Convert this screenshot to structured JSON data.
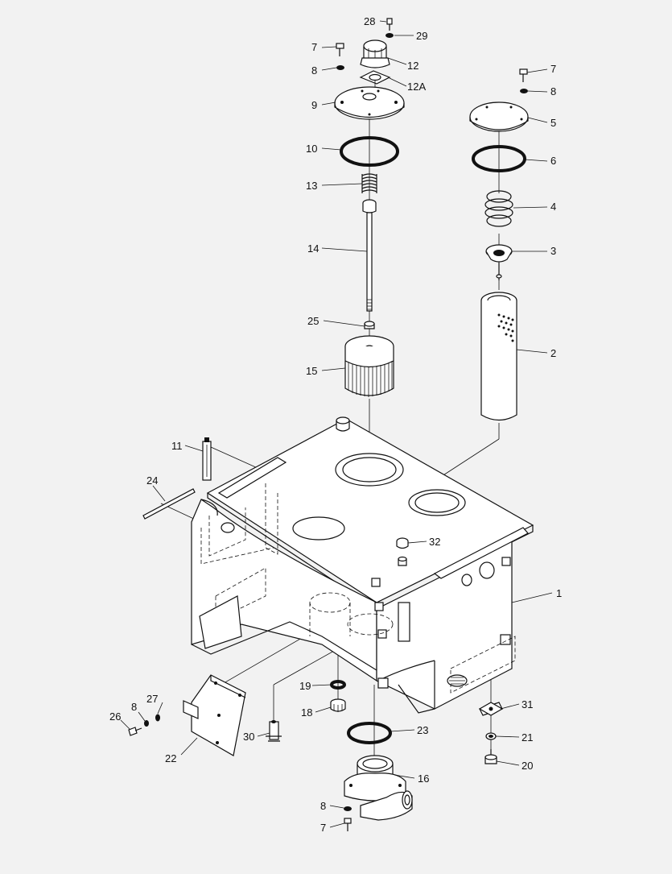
{
  "callouts": {
    "c28": "28",
    "c29": "29",
    "c7a": "7",
    "c8a": "8",
    "c12": "12",
    "c12a": "12A",
    "c9": "9",
    "c7b": "7",
    "c8b": "8",
    "c5": "5",
    "c10": "10",
    "c6": "6",
    "c13": "13",
    "c4": "4",
    "c14": "14",
    "c3": "3",
    "c25": "25",
    "c2": "2",
    "c15": "15",
    "c11": "11",
    "c24": "24",
    "c32": "32",
    "c1": "1",
    "c19": "19",
    "c27": "27",
    "c31": "31",
    "c8c": "8",
    "c18": "18",
    "c26": "26",
    "c21": "21",
    "c30": "30",
    "c23": "23",
    "c22": "22",
    "c20": "20",
    "c16": "16",
    "c8d": "8",
    "c7c": "7"
  }
}
